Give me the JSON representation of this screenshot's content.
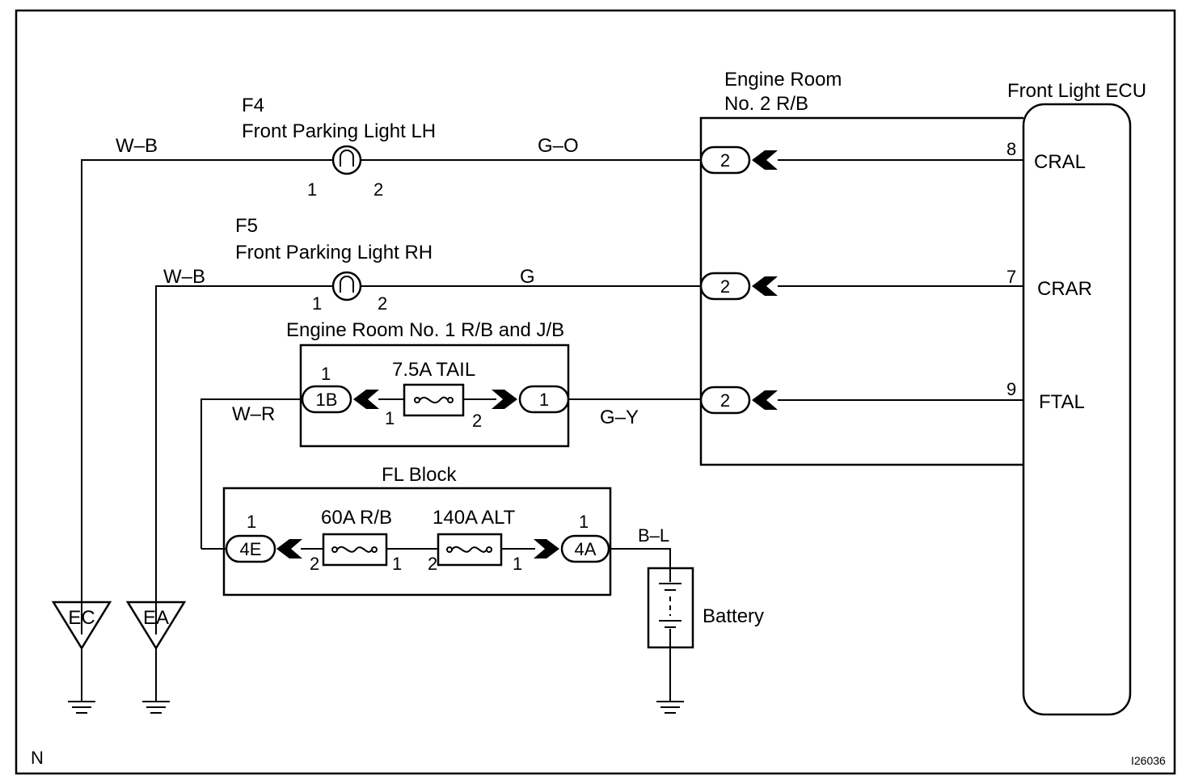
{
  "frame": {
    "corner_left": "N",
    "corner_right": "I26036"
  },
  "components": {
    "f4_code": "F4",
    "f4_name": "Front Parking Light LH",
    "f4_pin_1": "1",
    "f4_pin_2": "2",
    "f5_code": "F5",
    "f5_name": "Front Parking Light RH",
    "f5_pin_1": "1",
    "f5_pin_2": "2",
    "er1_title": "Engine Room No. 1 R/B and J/B",
    "er1_conn_left": "1B",
    "er1_conn_left_pin": "1",
    "er1_conn_right": "1",
    "tail_fuse": "7.5A TAIL",
    "tail_pin_1": "1",
    "tail_pin_2": "2",
    "er2_title_line1": "Engine Room",
    "er2_title_line2": "No. 2 R/B",
    "er2_conn_1": "2",
    "er2_conn_2": "2",
    "er2_conn_3": "2",
    "ecu_title": "Front Light ECU",
    "ecu_pin_8_num": "8",
    "ecu_pin_8_name": "CRAL",
    "ecu_pin_7_num": "7",
    "ecu_pin_7_name": "CRAR",
    "ecu_pin_9_num": "9",
    "ecu_pin_9_name": "FTAL",
    "fl_title": "FL Block",
    "fl_conn_left": "4E",
    "fl_conn_left_pin": "1",
    "fl_conn_right": "4A",
    "fl_conn_right_pin": "1",
    "fuse_60": "60A R/B",
    "fuse_60_pin_2": "2",
    "fuse_60_pin_1": "1",
    "fuse_140": "140A ALT",
    "fuse_140_pin_2": "2",
    "fuse_140_pin_1": "1",
    "battery": "Battery",
    "ground_ec": "EC",
    "ground_ea": "EA"
  },
  "wires": {
    "top_left": "W–B",
    "top_right": "G–O",
    "mid_left": "W–B",
    "mid_right": "G",
    "tail_left": "W–R",
    "tail_right": "G–Y",
    "battery": "B–L"
  }
}
